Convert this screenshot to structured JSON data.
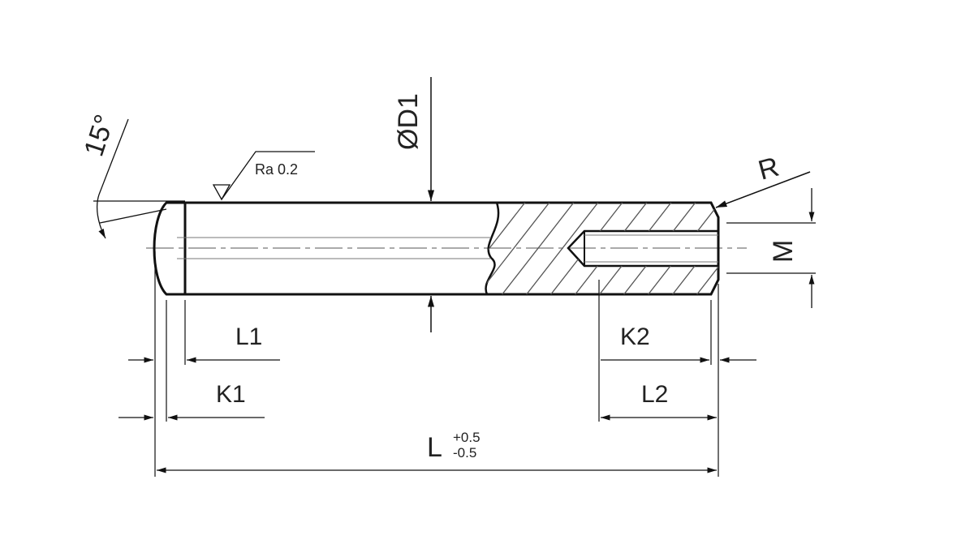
{
  "drawing": {
    "labels": {
      "angle": "15°",
      "roughness": "Ra 0.2",
      "diameter": "ØD1",
      "radius": "R",
      "thread": "M",
      "l1": "L1",
      "k1": "K1",
      "k2": "K2",
      "l2": "L2",
      "length": "L",
      "tol_upper": "+0.5",
      "tol_lower": "-0.5"
    },
    "colors": {
      "line": "#111111",
      "thin": "#666666",
      "hatch": "#555555",
      "background": "#ffffff"
    }
  }
}
